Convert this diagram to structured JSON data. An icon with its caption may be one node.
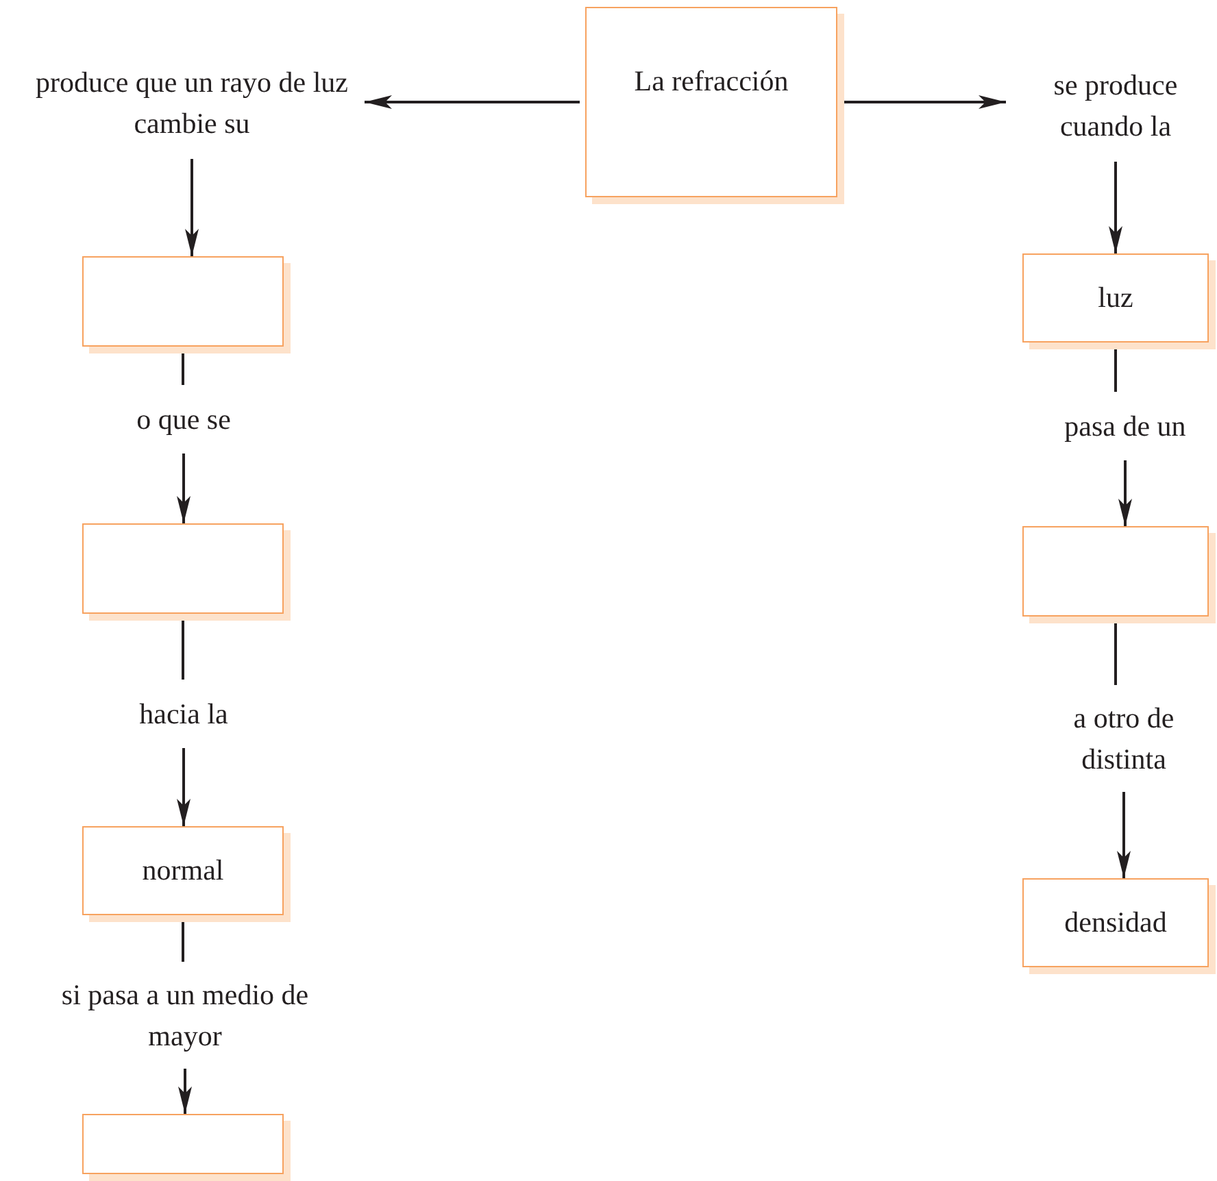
{
  "diagram": {
    "nodes": [
      {
        "text": [
          "La refracción"
        ]
      },
      {
        "text": [
          "produce que un rayo de luz cambie su"
        ]
      },
      {
        "text": [],
        "shape": "box"
      },
      {
        "text": [
          "o que se"
        ]
      },
      {
        "text": [],
        "shape": "box"
      },
      {
        "text": [
          "hacia la"
        ]
      },
      {
        "text": [
          "normal"
        ]
      },
      {
        "text": [
          "si pasa a un medio de mayor"
        ]
      },
      {
        "text": [],
        "shape": "box"
      },
      {
        "text": [
          "se produce cuando la"
        ]
      },
      {
        "text": [
          "luz"
        ]
      },
      {
        "text": [
          "pasa de un"
        ]
      },
      {
        "text": [],
        "shape": "box"
      },
      {
        "text": [
          "a otro de distinta"
        ]
      },
      {
        "text": [
          "densidad"
        ]
      }
    ],
    "edges": [
      {
        "from": 0,
        "to": 1,
        "arrow": "to"
      },
      {
        "from": 0,
        "to": 9,
        "arrow": "to"
      },
      {
        "from": 1,
        "to": 2,
        "arrow": "to"
      },
      {
        "from": 2,
        "to": 3,
        "arrow": "none"
      },
      {
        "from": 3,
        "to": 4,
        "arrow": "to"
      },
      {
        "from": 4,
        "to": 5,
        "arrow": "none"
      },
      {
        "from": 5,
        "to": 6,
        "arrow": "to"
      },
      {
        "from": 6,
        "to": 7,
        "arrow": "none"
      },
      {
        "from": 7,
        "to": 8,
        "arrow": "to"
      },
      {
        "from": 9,
        "to": 10,
        "arrow": "to"
      },
      {
        "from": 10,
        "to": 11,
        "arrow": "none"
      },
      {
        "from": 11,
        "to": 12,
        "arrow": "to"
      },
      {
        "from": 12,
        "to": 13,
        "arrow": "none"
      },
      {
        "from": 13,
        "to": 14,
        "arrow": "to"
      }
    ]
  }
}
